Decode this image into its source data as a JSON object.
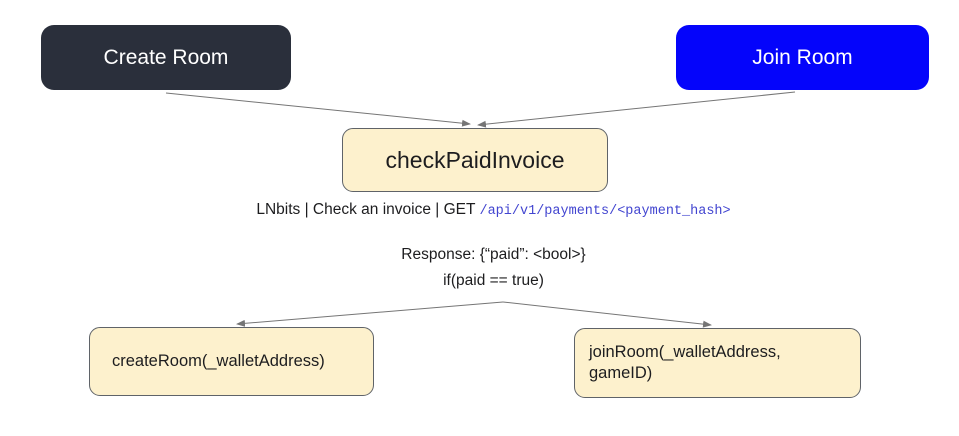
{
  "diagram": {
    "nodes": {
      "create_room_button": {
        "label": "Create Room"
      },
      "join_room_button": {
        "label": "Join Room"
      },
      "check_paid_invoice": {
        "label": "checkPaidInvoice"
      },
      "create_room_fn": {
        "label": "createRoom(_walletAddress)"
      },
      "join_room_fn": {
        "label": "joinRoom(_walletAddress,\ngameID)"
      }
    },
    "annotations": {
      "api_prefix": "LNbits | Check an invoice | GET ",
      "api_path": "/api/v1/payments/<payment_hash>",
      "response_line": "Response: {“paid”: <bool>}",
      "condition_line": "if(paid == true)"
    },
    "colors": {
      "create_room_bg": "#2a2f3b",
      "join_room_bg": "#0404fb",
      "node_fill": "#fdf1cd",
      "node_border": "#5f6368",
      "arrow_color": "#757575",
      "api_path_color": "#4245d0"
    }
  }
}
